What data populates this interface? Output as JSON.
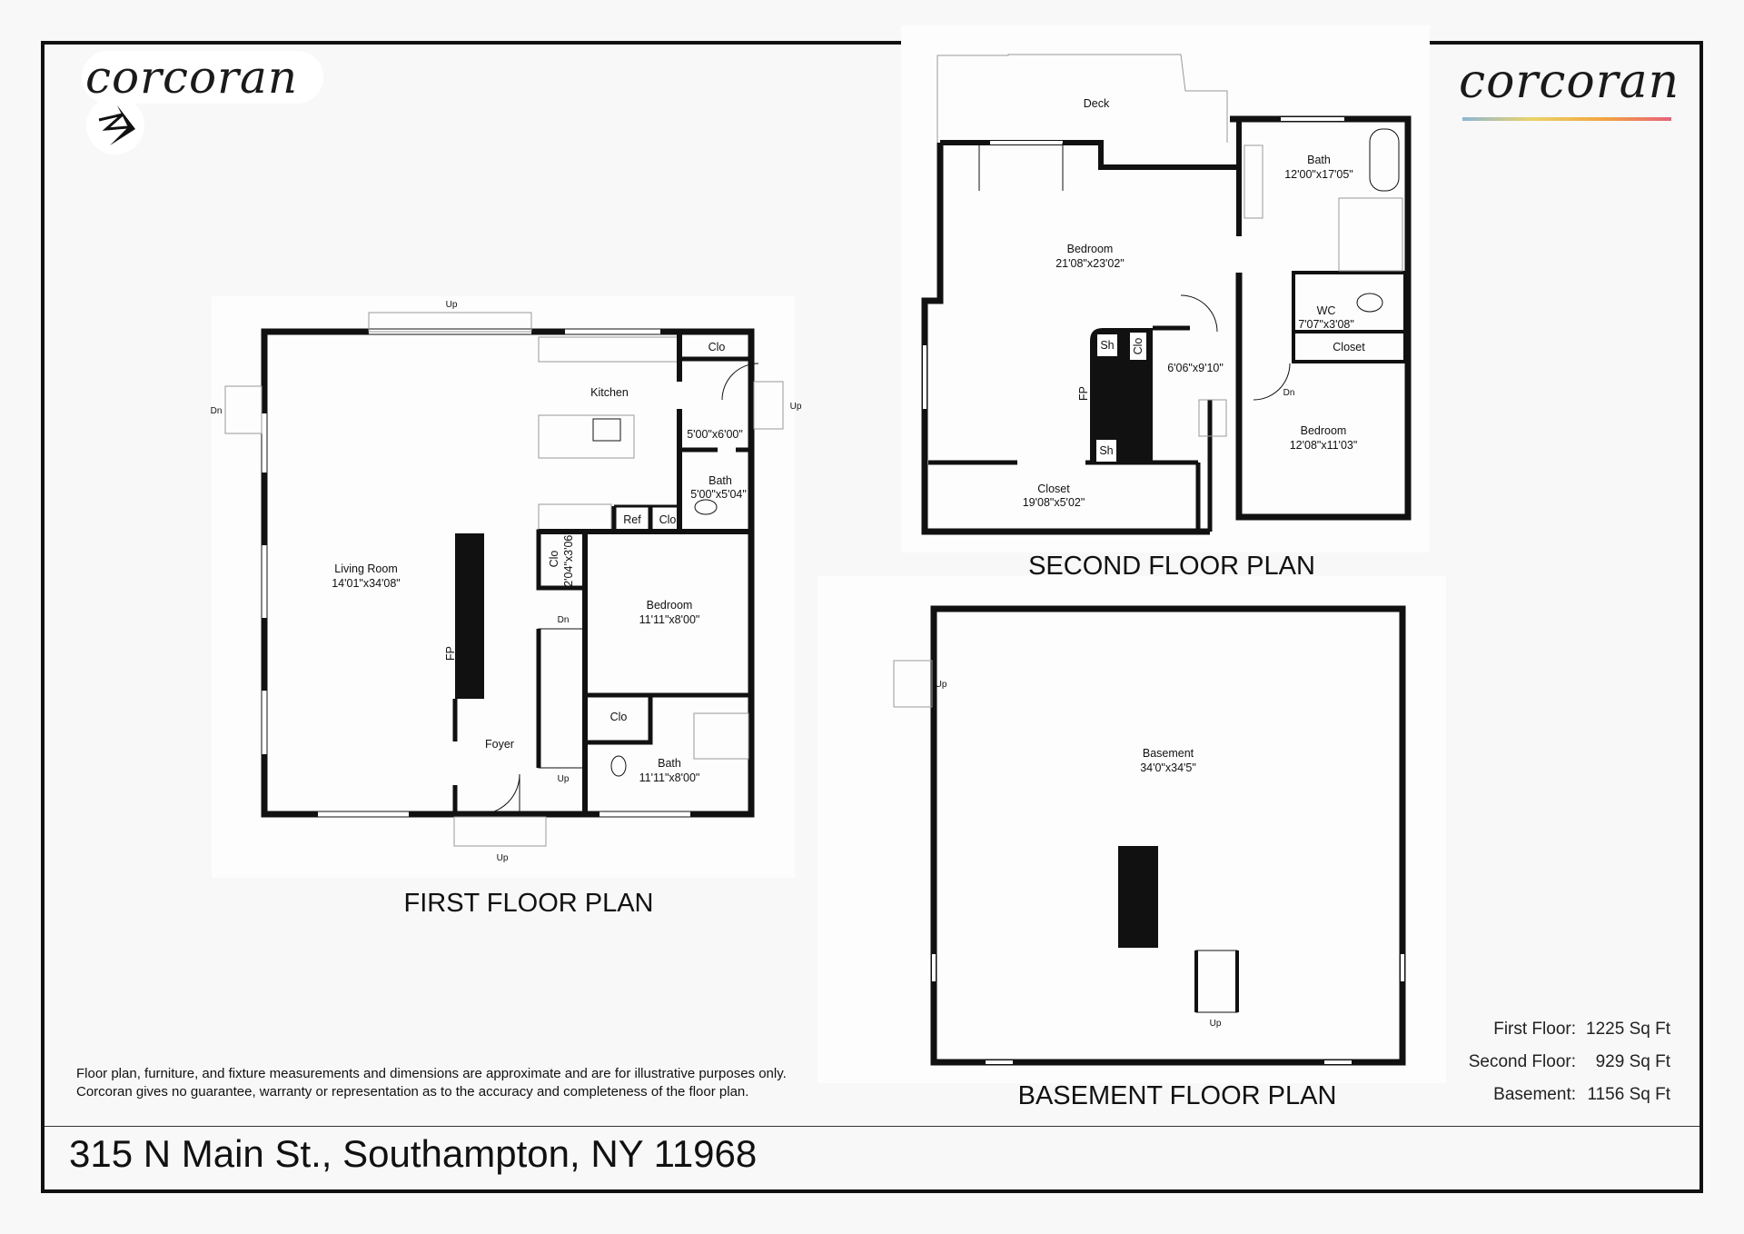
{
  "brand": {
    "name": "corcoran",
    "gradient_colors": [
      "#8fb6d6",
      "#e9d36a",
      "#f2a640",
      "#e7627a"
    ]
  },
  "plans": {
    "first": {
      "title": "FIRST FLOOR PLAN",
      "labels": {
        "up_top": "Up",
        "dn_left": "Dn",
        "kitchen": "Kitchen",
        "clo_top": "Clo",
        "up_right": "Up",
        "entry_dim": "5'00\"x6'00\"",
        "bath_small": "Bath",
        "bath_small_dim": "5'00\"x5'04\"",
        "ref": "Ref",
        "clo_small": "Clo",
        "clo_side": "Clo",
        "clo_side_dim": "2'04\"x3'06\"",
        "living": "Living Room",
        "living_dim": "14'01\"x34'08\"",
        "bedroom": "Bedroom",
        "bedroom_dim": "11'11\"x8'00\"",
        "dn_stair": "Dn",
        "fp": "FP",
        "clo_bath": "Clo",
        "foyer": "Foyer",
        "bath": "Bath",
        "bath_dim": "11'11\"x8'00\"",
        "up_stair": "Up",
        "up_bottom": "Up"
      }
    },
    "second": {
      "title": "SECOND FLOOR PLAN",
      "labels": {
        "deck": "Deck",
        "bath": "Bath",
        "bath_dim": "12'00\"x17'05\"",
        "bedroom": "Bedroom",
        "bedroom_dim": "21'08\"x23'02\"",
        "wc": "WC",
        "wc_dim": "7'07\"x3'08\"",
        "sh_top": "Sh",
        "clo": "Clo",
        "closet_right": "Closet",
        "hall_dim": "6'06\"x9'10\"",
        "fp": "FP",
        "dn": "Dn",
        "bedroom2": "Bedroom",
        "bedroom2_dim": "12'08\"x11'03\"",
        "sh_bottom": "Sh",
        "closet": "Closet",
        "closet_dim": "19'08\"x5'02\""
      }
    },
    "basement": {
      "title": "BASEMENT FLOOR PLAN",
      "labels": {
        "up_left": "Up",
        "basement": "Basement",
        "basement_dim": "34'0\"x34'5\"",
        "up_stair": "Up"
      }
    }
  },
  "disclaimer": [
    "Floor plan, furniture, and fixture measurements and dimensions are approximate and are for illustrative purposes only.",
    "Corcoran gives no guarantee, warranty or representation as to the accuracy and completeness of the floor plan."
  ],
  "areas": [
    {
      "label": "First Floor:",
      "value": "1225 Sq Ft"
    },
    {
      "label": "Second Floor:",
      "value": "929 Sq Ft"
    },
    {
      "label": "Basement:",
      "value": "1156 Sq Ft"
    }
  ],
  "address": "315 N Main St., Southampton, NY 11968"
}
